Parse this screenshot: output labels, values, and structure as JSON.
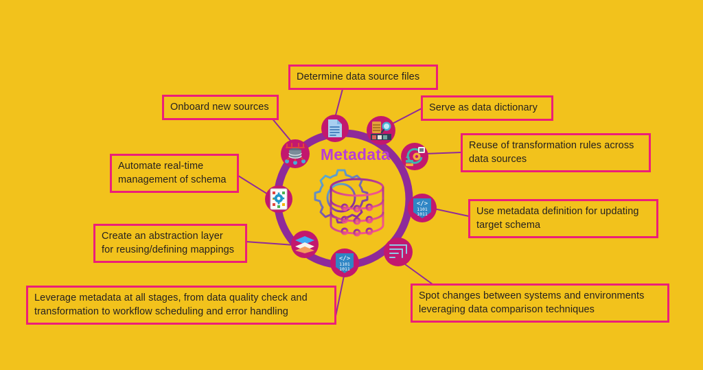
{
  "page": {
    "background_color": "#F2C21C",
    "accent_border_color": "#EC1E79",
    "node_color": "#C2186E",
    "ring_color": "#8E2A9A",
    "title_color": "#B93DD6",
    "title": "Metadata"
  },
  "center": {
    "label": "Metadata",
    "illustration_icons": [
      "gear-icon",
      "database-cylinder-icon"
    ]
  },
  "callouts": [
    {
      "id": "determine-data-source-files",
      "text": "Determine data source files",
      "icon": "document-icon"
    },
    {
      "id": "onboard-new-sources",
      "text": "Onboard new sources",
      "icon": "database-network-icon"
    },
    {
      "id": "serve-as-data-dictionary",
      "text": "Serve as data dictionary",
      "icon": "server-search-icon"
    },
    {
      "id": "reuse-of-transformation-rules",
      "text": "Reuse of transformation rules across\ndata sources",
      "icon": "transform-sync-icon"
    },
    {
      "id": "automate-real-time-management",
      "text": "Automate real-time\nmanagement of schema",
      "icon": "config-gear-doc-icon"
    },
    {
      "id": "use-metadata-definition",
      "text": "Use metadata definition for updating\ntarget schema",
      "icon": "code-binary-icon"
    },
    {
      "id": "create-an-abstraction-layer",
      "text": "Create an abstraction  layer\nfor reusing/defining mappings",
      "icon": "layers-icon"
    },
    {
      "id": "spot-changes-between-systems",
      "text": "Spot changes between systems and environments\nleveraging data comparison techniques",
      "icon": "compare-list-icon"
    },
    {
      "id": "leverage-metadata-at-all-stages",
      "text": "Leverage metadata at all stages, from data quality check and\ntransformation to workflow scheduling and error handling",
      "icon": "code-binary-icon-2"
    }
  ]
}
